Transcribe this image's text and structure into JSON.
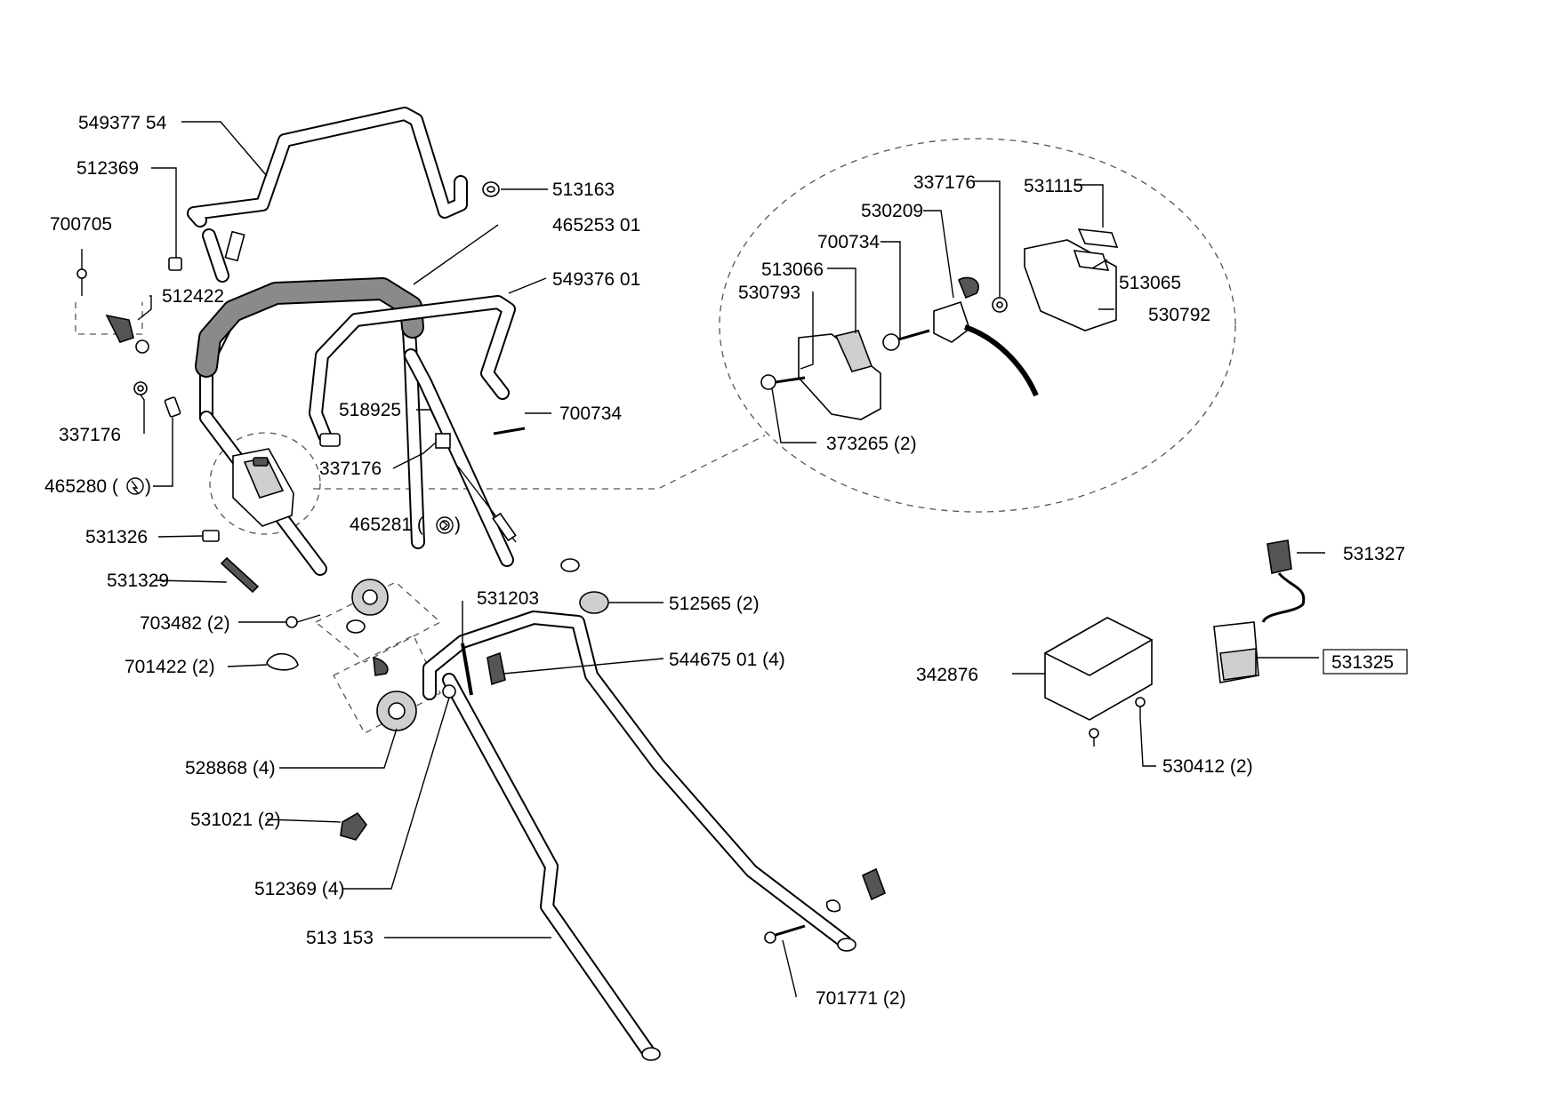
{
  "callouts": [
    {
      "id": "549377_54",
      "text": "549377 54"
    },
    {
      "id": "512369_top",
      "text": "512369"
    },
    {
      "id": "700705",
      "text": "700705"
    },
    {
      "id": "512422",
      "text": "512422"
    },
    {
      "id": "337176_left",
      "text": "337176"
    },
    {
      "id": "465280",
      "text": "465280 ("
    },
    {
      "id": "465280_tail",
      "text": ")"
    },
    {
      "id": "531326",
      "text": "531326"
    },
    {
      "id": "531329",
      "text": "531329"
    },
    {
      "id": "703482",
      "text": "703482 (2)"
    },
    {
      "id": "701422",
      "text": "701422 (2)"
    },
    {
      "id": "528868",
      "text": "528868 (4)"
    },
    {
      "id": "531021",
      "text": "531021 (2)"
    },
    {
      "id": "512369_4",
      "text": "512369 (4)"
    },
    {
      "id": "513_153",
      "text": "513 153"
    },
    {
      "id": "513163",
      "text": "513163"
    },
    {
      "id": "465253_01",
      "text": "465253 01"
    },
    {
      "id": "549376_01",
      "text": "549376 01"
    },
    {
      "id": "518925",
      "text": "518925"
    },
    {
      "id": "700734_mid",
      "text": "700734"
    },
    {
      "id": "337176_mid",
      "text": "337176"
    },
    {
      "id": "465281",
      "text": "465281 ("
    },
    {
      "id": "465281_tail",
      "text": ")"
    },
    {
      "id": "531203",
      "text": "531203"
    },
    {
      "id": "512565",
      "text": "512565 (2)"
    },
    {
      "id": "544675_01",
      "text": "544675 01 (4)"
    },
    {
      "id": "701771",
      "text": "701771 (2)"
    },
    {
      "id": "337176_det",
      "text": "337176"
    },
    {
      "id": "531115",
      "text": "531115"
    },
    {
      "id": "530209",
      "text": "530209"
    },
    {
      "id": "700734_det",
      "text": "700734"
    },
    {
      "id": "513066",
      "text": "513066"
    },
    {
      "id": "530793",
      "text": "530793"
    },
    {
      "id": "513065",
      "text": "513065"
    },
    {
      "id": "530792",
      "text": "530792"
    },
    {
      "id": "373265",
      "text": "373265 (2)"
    },
    {
      "id": "531327",
      "text": "531327"
    },
    {
      "id": "342876",
      "text": "342876"
    },
    {
      "id": "531325",
      "text": "531325"
    },
    {
      "id": "530412",
      "text": "530412 (2)"
    }
  ]
}
